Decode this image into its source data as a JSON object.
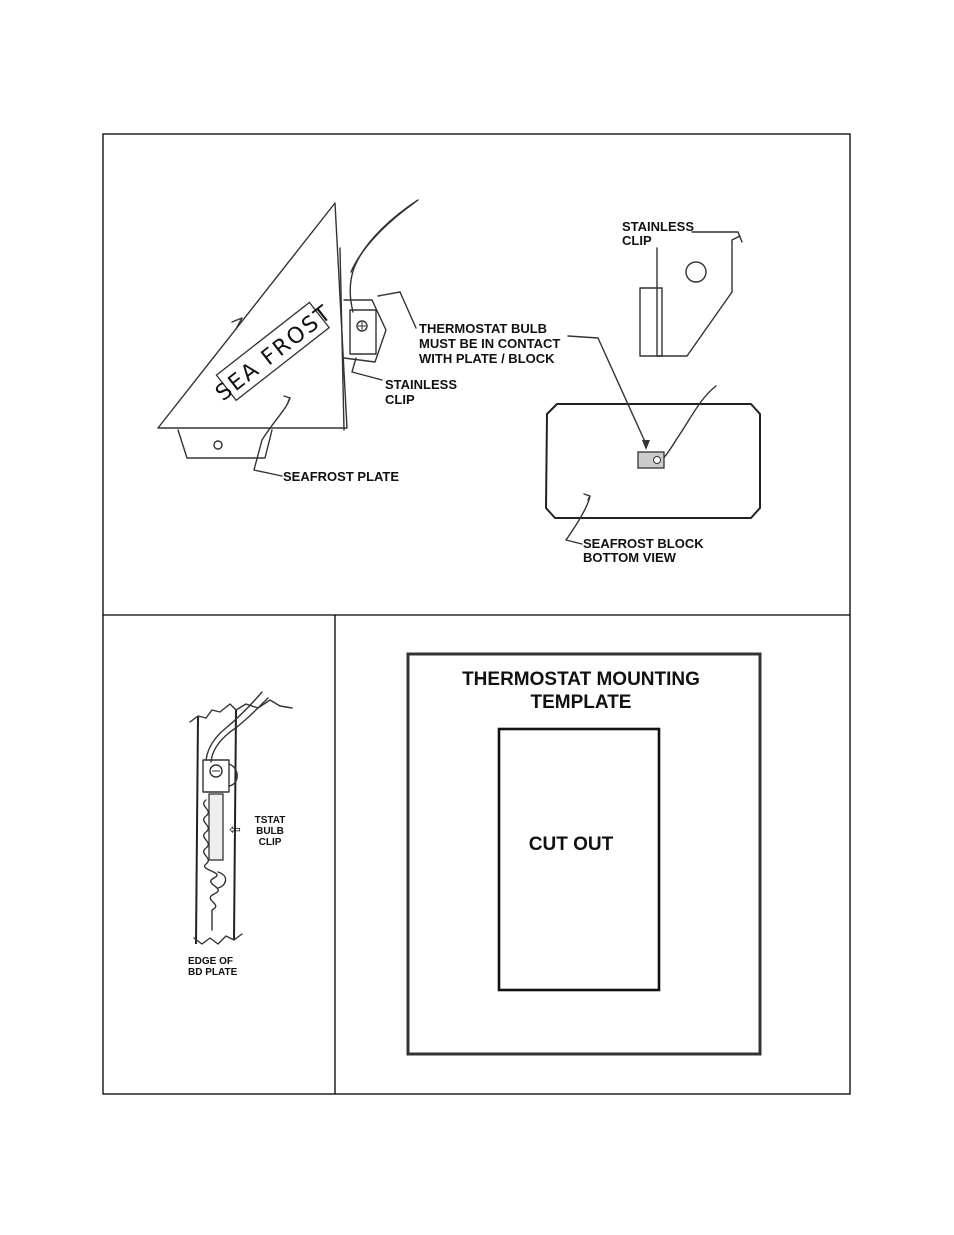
{
  "top_panel": {
    "left_drawing": {
      "plate_lettering": "SEA FROST",
      "label_bulb_1": "THERMOSTAT BULB",
      "label_bulb_2": "MUST BE IN CONTACT",
      "label_bulb_3": "WITH PLATE / BLOCK",
      "label_clip_1": "STAINLESS",
      "label_clip_2": "CLIP",
      "label_plate": "SEAFROST PLATE"
    },
    "right_drawing": {
      "label_clip_1": "STAINLESS",
      "label_clip_2": "CLIP",
      "label_block_1": "SEAFROST BLOCK",
      "label_block_2": "BOTTOM VIEW"
    }
  },
  "bottom_left_panel": {
    "label_tstat_1": "TSTAT",
    "label_tstat_2": "BULB",
    "label_tstat_3": "CLIP",
    "arrow_glyph": "⇦",
    "label_edge_1": "EDGE OF",
    "label_edge_2": "BD PLATE"
  },
  "bottom_right_panel": {
    "template_title_1": "THERMOSTAT MOUNTING",
    "template_title_2": "TEMPLATE",
    "cutout_label": "CUT OUT"
  }
}
